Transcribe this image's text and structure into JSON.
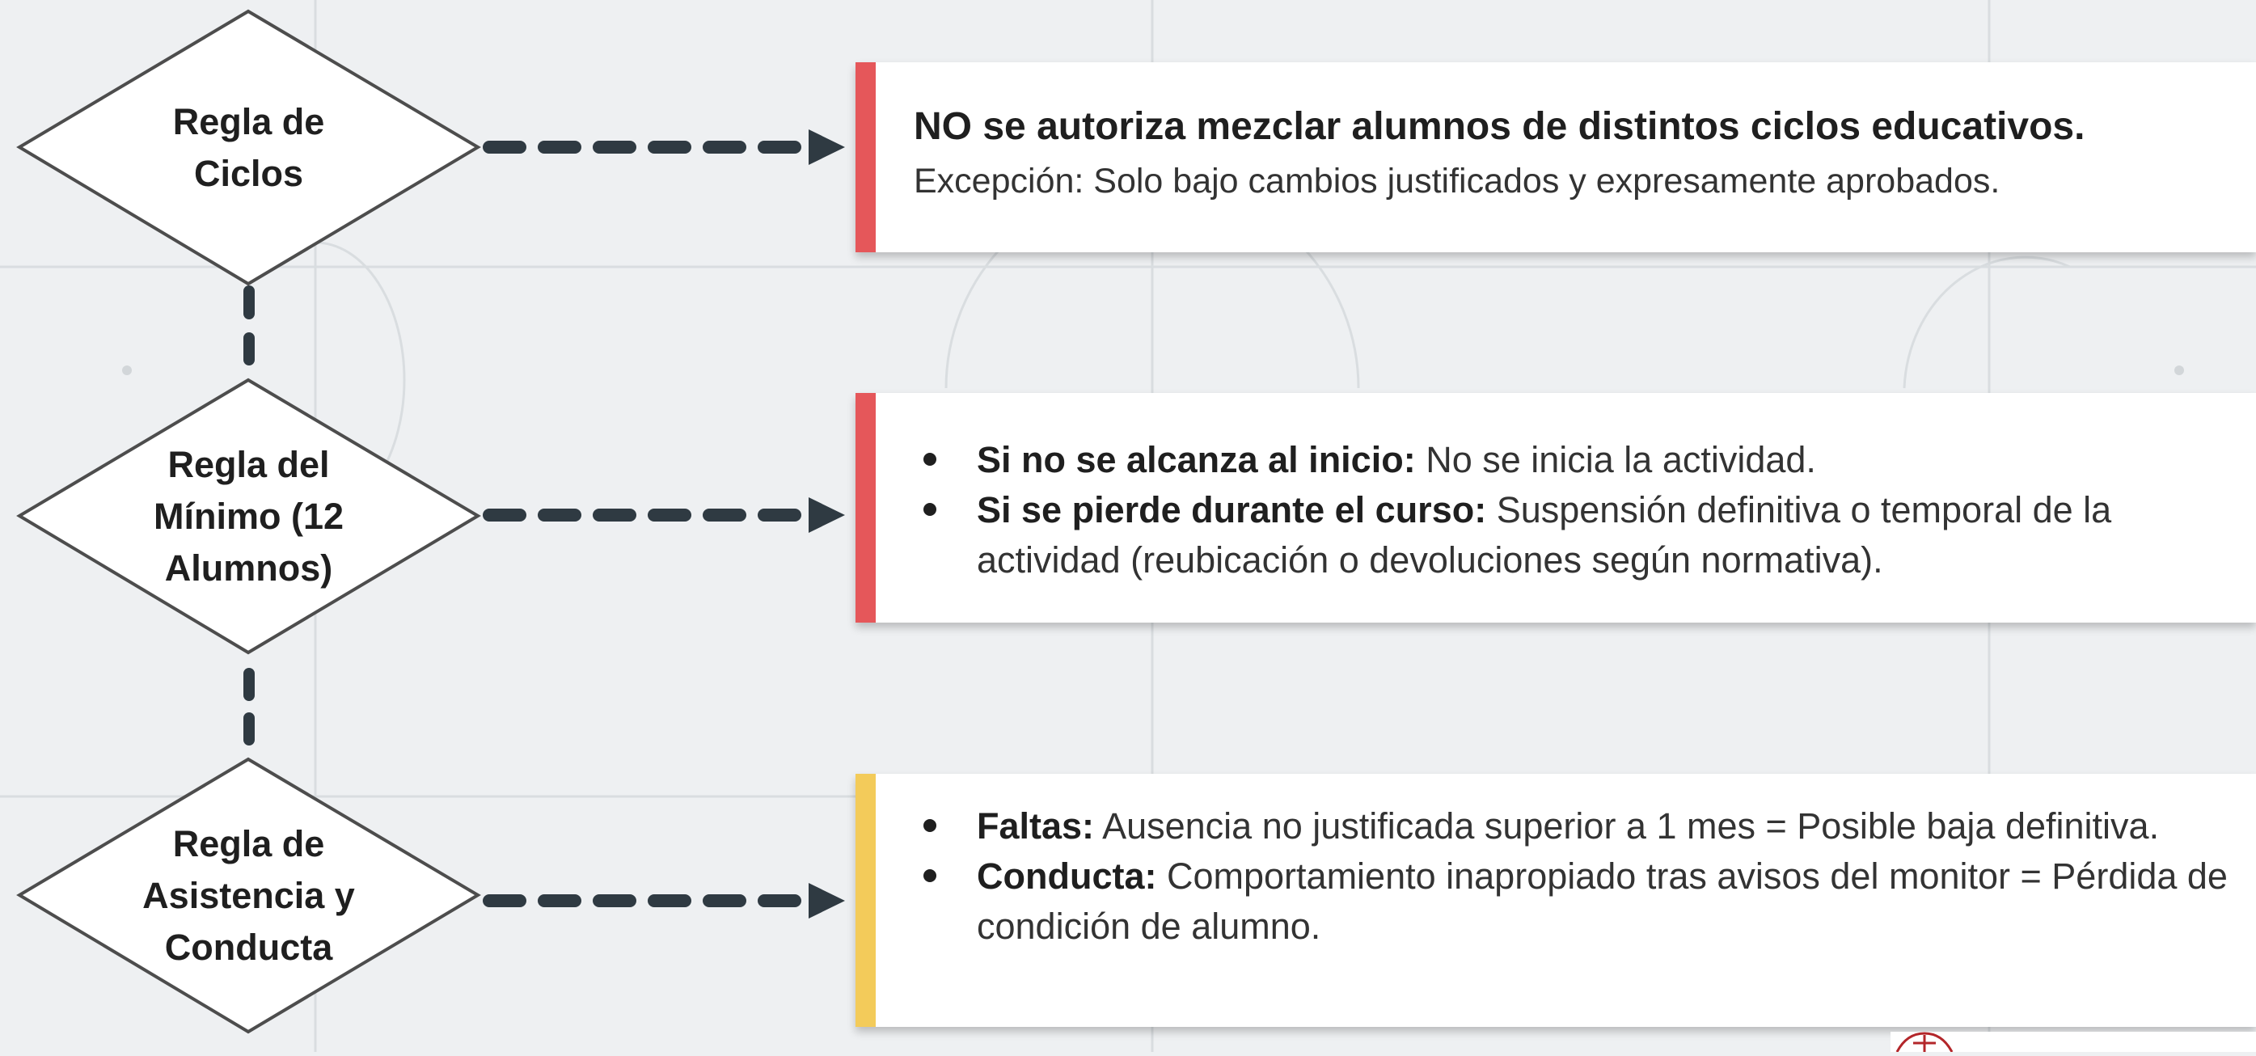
{
  "colors": {
    "background": "#eef0f2",
    "diamond_stroke": "#4d4d4d",
    "connector": "#2f3a42",
    "accent_red": "#e5575a",
    "accent_yellow": "#f3cb5a"
  },
  "rules": [
    {
      "label": "Regla de Ciclos",
      "accent": "red",
      "headline": "NO se autoriza mezclar alumnos de distintos ciclos educativos.",
      "subline": "Excepción: Solo bajo cambios justificados y expresamente aprobados."
    },
    {
      "label": "Regla del Mínimo (12 Alumnos)",
      "accent": "red",
      "items": [
        {
          "bold": "Si no se alcanza al inicio:",
          "text": " No se inicia la actividad."
        },
        {
          "bold": "Si se pierde durante el curso:",
          "text": " Suspensión definitiva o temporal de la actividad (reubicación o devoluciones según normativa)."
        }
      ]
    },
    {
      "label": "Regla de Asistencia y Conducta",
      "accent": "yellow",
      "items": [
        {
          "bold": "Faltas:",
          "text": " Ausencia no justificada superior a 1 mes = Posible baja definitiva."
        },
        {
          "bold": "Conducta:",
          "text": " Comportamiento inapropiado tras avisos del monitor = Pérdida de condición de alumno."
        }
      ]
    }
  ],
  "icons": {
    "bullet": "bullet-dot",
    "connector_arrow": "arrow-right",
    "corner_logo": "crest-logo"
  }
}
